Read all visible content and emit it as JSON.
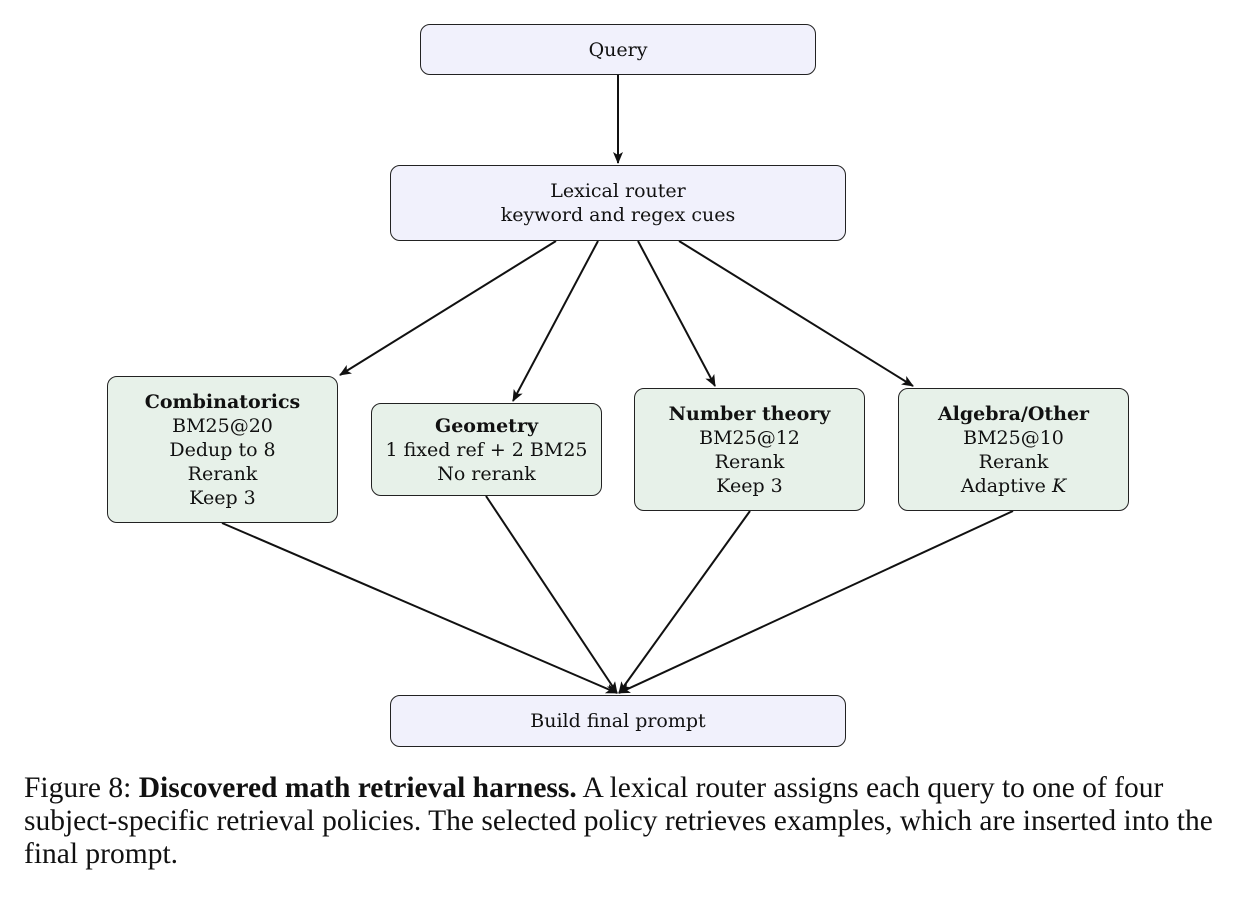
{
  "diagram": {
    "nodes": {
      "query": {
        "lines": [
          "Query"
        ]
      },
      "router": {
        "lines": [
          "Lexical router",
          "keyword and regex cues"
        ]
      },
      "combinatorics": {
        "title": "Combinatorics",
        "lines": [
          "BM25@20",
          "Dedup to 8",
          "Rerank",
          "Keep 3"
        ]
      },
      "geometry": {
        "title": "Geometry",
        "lines": [
          "1 fixed ref + 2 BM25",
          "No rerank"
        ]
      },
      "number_theory": {
        "title": "Number theory",
        "lines": [
          "BM25@12",
          "Rerank",
          "Keep 3"
        ]
      },
      "algebra_other": {
        "title": "Algebra/Other",
        "lines": [
          "BM25@10",
          "Rerank"
        ],
        "last_line_prefix": "Adaptive ",
        "last_line_var": "K"
      },
      "build": {
        "lines": [
          "Build final prompt"
        ]
      }
    },
    "edges": [
      {
        "from": "query",
        "to": "router"
      },
      {
        "from": "router",
        "to": "combinatorics"
      },
      {
        "from": "router",
        "to": "geometry"
      },
      {
        "from": "router",
        "to": "number_theory"
      },
      {
        "from": "router",
        "to": "algebra_other"
      },
      {
        "from": "combinatorics",
        "to": "build"
      },
      {
        "from": "geometry",
        "to": "build"
      },
      {
        "from": "number_theory",
        "to": "build"
      },
      {
        "from": "algebra_other",
        "to": "build"
      }
    ],
    "colors": {
      "blue_fill": "#f1f1fc",
      "green_fill": "#e7f1e9",
      "stroke": "#222222"
    }
  },
  "caption": {
    "label": "Figure 8:",
    "bold": "Discovered math retrieval harness.",
    "text": "A lexical router assigns each query to one of four subject-specific retrieval policies. The selected policy retrieves examples, which are inserted into the final prompt."
  }
}
